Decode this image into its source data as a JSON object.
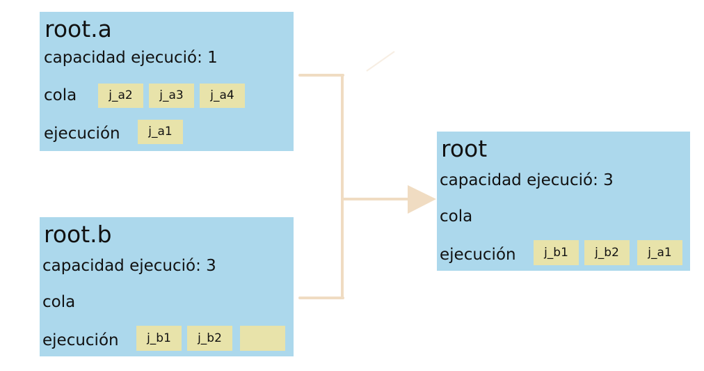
{
  "colors": {
    "box": "#acd8ec",
    "chip": "#e8e3aa",
    "connector": "#f0dcc2"
  },
  "root_a": {
    "title": "root.a",
    "capacity": "capacidad ejecució: 1",
    "queue_label": "cola",
    "queue": [
      "j_a2",
      "j_a3",
      "j_a4"
    ],
    "running_label": "ejecución",
    "running": [
      "j_a1"
    ]
  },
  "root_b": {
    "title": "root.b",
    "capacity": "capacidad ejecució: 3",
    "queue_label": "cola",
    "queue": [],
    "running_label": "ejecución",
    "running": [
      "j_b1",
      "j_b2",
      ""
    ]
  },
  "root": {
    "title": "root",
    "capacity": "capacidad ejecució: 3",
    "queue_label": "cola",
    "queue": [],
    "running_label": "ejecución",
    "running": [
      "j_b1",
      "j_b2",
      "j_a1"
    ]
  }
}
